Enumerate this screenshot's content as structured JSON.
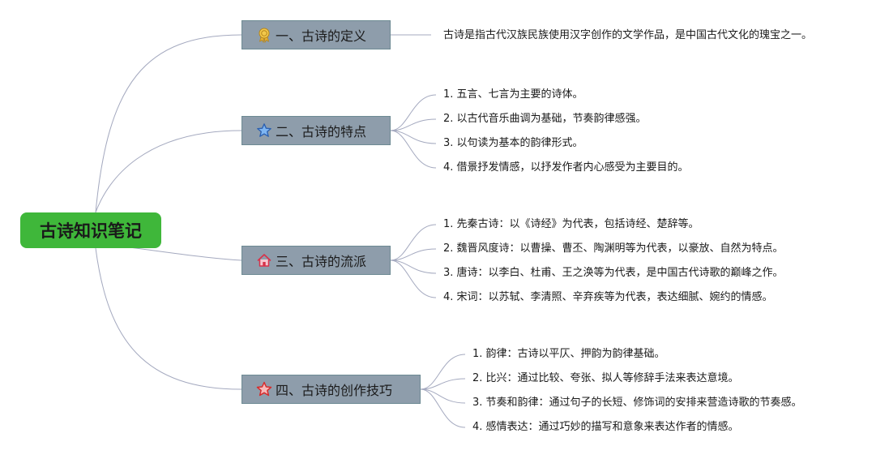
{
  "root": {
    "label": "古诗知识笔记",
    "color": "#3fb73a"
  },
  "branches": [
    {
      "label": "一、古诗的定义",
      "icon": "ribbon-award-icon",
      "items": [
        "古诗是指古代汉族民族使用汉字创作的文学作品，是中国古代文化的瑰宝之一。"
      ]
    },
    {
      "label": "二、古诗的特点",
      "icon": "star-outline-icon",
      "items": [
        "1. 五言、七言为主要的诗体。",
        "2. 以古代音乐曲调为基础，节奏韵律感强。",
        "3. 以句读为基本的韵律形式。",
        "4. 借景抒发情感，以抒发作者内心感受为主要目的。"
      ]
    },
    {
      "label": "三、古诗的流派",
      "icon": "home-icon",
      "items": [
        "1. 先秦古诗：以《诗经》为代表，包括诗经、楚辞等。",
        "2. 魏晋风度诗：以曹操、曹丕、陶渊明等为代表，以豪放、自然为特点。",
        "3. 唐诗：以李白、杜甫、王之涣等为代表，是中国古代诗歌的巅峰之作。",
        "4. 宋词：以苏轼、李清照、辛弃疾等为代表，表达细腻、婉约的情感。"
      ]
    },
    {
      "label": "四、古诗的创作技巧",
      "icon": "star-red-icon",
      "items": [
        "1. 韵律：古诗以平仄、押韵为韵律基础。",
        "2. 比兴：通过比较、夸张、拟人等修辞手法来表达意境。",
        "3. 节奏和韵律：通过句子的长短、修饰词的安排来营造诗歌的节奏感。",
        "4. 感情表达：通过巧妙的描写和意象来表达作者的情感。"
      ]
    }
  ]
}
